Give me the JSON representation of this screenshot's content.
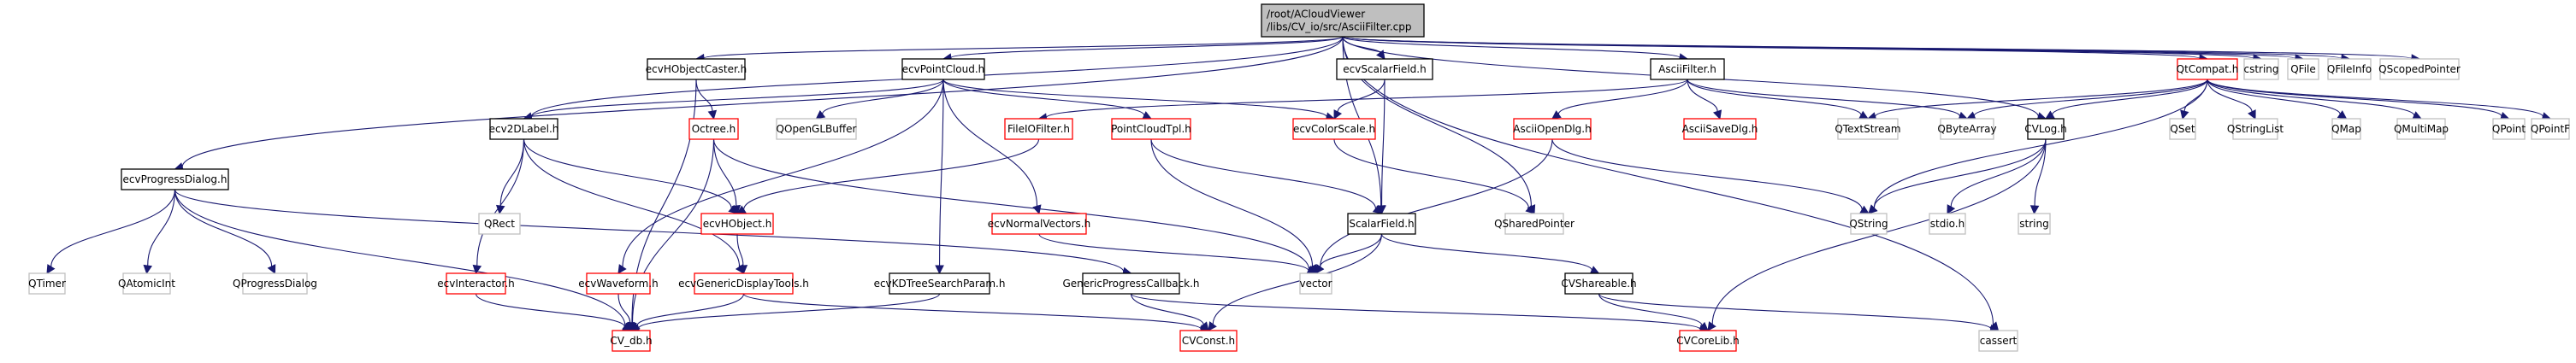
{
  "title": "/root/ACloudViewer/libs/CV_io/src/AsciiFilter.cpp include dependency graph",
  "colors": {
    "root_fill": "#bfbfbf",
    "root_border": "#000000",
    "documented_border": "#000000",
    "truncated_border": "#ff0000",
    "external_border": "#bfbfbf",
    "edge": "#191970"
  },
  "nodes": [
    {
      "id": "root",
      "lines": [
        "/root/ACloudViewer",
        "/libs/CV_io/src/AsciiFilter.cpp"
      ],
      "kind": "root"
    },
    {
      "id": "ecvHObjectCaster",
      "lines": [
        "ecvHObjectCaster.h"
      ],
      "kind": "documented"
    },
    {
      "id": "ecvPointCloud",
      "lines": [
        "ecvPointCloud.h"
      ],
      "kind": "documented"
    },
    {
      "id": "ecvScalarField",
      "lines": [
        "ecvScalarField.h"
      ],
      "kind": "documented"
    },
    {
      "id": "AsciiFilter",
      "lines": [
        "AsciiFilter.h"
      ],
      "kind": "documented"
    },
    {
      "id": "QtCompat",
      "lines": [
        "QtCompat.h"
      ],
      "kind": "truncated"
    },
    {
      "id": "cstring",
      "lines": [
        "cstring"
      ],
      "kind": "external"
    },
    {
      "id": "QFile",
      "lines": [
        "QFile"
      ],
      "kind": "external"
    },
    {
      "id": "QFileInfo",
      "lines": [
        "QFileInfo"
      ],
      "kind": "external"
    },
    {
      "id": "QScopedPointer",
      "lines": [
        "QScopedPointer"
      ],
      "kind": "external"
    },
    {
      "id": "ecv2DLabel",
      "lines": [
        "ecv2DLabel.h"
      ],
      "kind": "documented"
    },
    {
      "id": "Octree",
      "lines": [
        "Octree.h"
      ],
      "kind": "truncated"
    },
    {
      "id": "QOpenGLBuffer",
      "lines": [
        "QOpenGLBuffer"
      ],
      "kind": "external"
    },
    {
      "id": "FileIOFilter",
      "lines": [
        "FileIOFilter.h"
      ],
      "kind": "truncated"
    },
    {
      "id": "PointCloudTpl",
      "lines": [
        "PointCloudTpl.h"
      ],
      "kind": "truncated"
    },
    {
      "id": "ecvColorScale",
      "lines": [
        "ecvColorScale.h"
      ],
      "kind": "truncated"
    },
    {
      "id": "AsciiOpenDlg",
      "lines": [
        "AsciiOpenDlg.h"
      ],
      "kind": "truncated"
    },
    {
      "id": "AsciiSaveDlg",
      "lines": [
        "AsciiSaveDlg.h"
      ],
      "kind": "truncated"
    },
    {
      "id": "QTextStream",
      "lines": [
        "QTextStream"
      ],
      "kind": "external"
    },
    {
      "id": "QByteArray",
      "lines": [
        "QByteArray"
      ],
      "kind": "external"
    },
    {
      "id": "CVLog",
      "lines": [
        "CVLog.h"
      ],
      "kind": "documented"
    },
    {
      "id": "QSet",
      "lines": [
        "QSet"
      ],
      "kind": "external"
    },
    {
      "id": "QStringList",
      "lines": [
        "QStringList"
      ],
      "kind": "external"
    },
    {
      "id": "QMap",
      "lines": [
        "QMap"
      ],
      "kind": "external"
    },
    {
      "id": "QMultiMap",
      "lines": [
        "QMultiMap"
      ],
      "kind": "external"
    },
    {
      "id": "QPoint",
      "lines": [
        "QPoint"
      ],
      "kind": "external"
    },
    {
      "id": "QPointF",
      "lines": [
        "QPointF"
      ],
      "kind": "external"
    },
    {
      "id": "QRect",
      "lines": [
        "QRect"
      ],
      "kind": "external"
    },
    {
      "id": "ecvHObject",
      "lines": [
        "ecvHObject.h"
      ],
      "kind": "truncated"
    },
    {
      "id": "ecvNormalVectors",
      "lines": [
        "ecvNormalVectors.h"
      ],
      "kind": "truncated"
    },
    {
      "id": "ScalarField",
      "lines": [
        "ScalarField.h"
      ],
      "kind": "documented"
    },
    {
      "id": "QSharedPointer",
      "lines": [
        "QSharedPointer"
      ],
      "kind": "external"
    },
    {
      "id": "QString",
      "lines": [
        "QString"
      ],
      "kind": "external"
    },
    {
      "id": "stdio",
      "lines": [
        "stdio.h"
      ],
      "kind": "external"
    },
    {
      "id": "string",
      "lines": [
        "string"
      ],
      "kind": "external"
    },
    {
      "id": "ecvProgressDialog",
      "lines": [
        "ecvProgressDialog.h"
      ],
      "kind": "documented"
    },
    {
      "id": "QTimer",
      "lines": [
        "QTimer"
      ],
      "kind": "external"
    },
    {
      "id": "QAtomicInt",
      "lines": [
        "QAtomicInt"
      ],
      "kind": "external"
    },
    {
      "id": "QProgressDialog",
      "lines": [
        "QProgressDialog"
      ],
      "kind": "external"
    },
    {
      "id": "ecvInteractor",
      "lines": [
        "ecvInteractor.h"
      ],
      "kind": "truncated"
    },
    {
      "id": "ecvWaveform",
      "lines": [
        "ecvWaveform.h"
      ],
      "kind": "truncated"
    },
    {
      "id": "ecvGenericDisplayTools",
      "lines": [
        "ecvGenericDisplayTools.h"
      ],
      "kind": "truncated"
    },
    {
      "id": "ecvKDTreeSearchParam",
      "lines": [
        "ecvKDTreeSearchParam.h"
      ],
      "kind": "documented"
    },
    {
      "id": "GenericProgressCallback",
      "lines": [
        "GenericProgressCallback.h"
      ],
      "kind": "documented"
    },
    {
      "id": "vector",
      "lines": [
        "vector"
      ],
      "kind": "external"
    },
    {
      "id": "CVShareable",
      "lines": [
        "CVShareable.h"
      ],
      "kind": "documented"
    },
    {
      "id": "cassert",
      "lines": [
        "cassert"
      ],
      "kind": "external"
    },
    {
      "id": "CV_db",
      "lines": [
        "CV_db.h"
      ],
      "kind": "truncated"
    },
    {
      "id": "CVConst",
      "lines": [
        "CVConst.h"
      ],
      "kind": "truncated"
    },
    {
      "id": "CVCoreLib",
      "lines": [
        "CVCoreLib.h"
      ],
      "kind": "truncated"
    }
  ],
  "edges": [
    [
      "root",
      "ecvHObjectCaster"
    ],
    [
      "root",
      "ecvPointCloud"
    ],
    [
      "root",
      "ecvScalarField"
    ],
    [
      "root",
      "AsciiFilter"
    ],
    [
      "root",
      "QtCompat"
    ],
    [
      "root",
      "cstring"
    ],
    [
      "root",
      "QFile"
    ],
    [
      "root",
      "QFileInfo"
    ],
    [
      "root",
      "QScopedPointer"
    ],
    [
      "root",
      "ecv2DLabel"
    ],
    [
      "root",
      "ecvProgressDialog"
    ],
    [
      "root",
      "ScalarField"
    ],
    [
      "root",
      "QSharedPointer"
    ],
    [
      "root",
      "CVLog"
    ],
    [
      "root",
      "cassert"
    ],
    [
      "ecvHObjectCaster",
      "Octree"
    ],
    [
      "ecvHObjectCaster",
      "CV_db"
    ],
    [
      "ecvPointCloud",
      "ecv2DLabel"
    ],
    [
      "ecvPointCloud",
      "QOpenGLBuffer"
    ],
    [
      "ecvPointCloud",
      "PointCloudTpl"
    ],
    [
      "ecvPointCloud",
      "ecvColorScale"
    ],
    [
      "ecvPointCloud",
      "ecvNormalVectors"
    ],
    [
      "ecvPointCloud",
      "ecvWaveform"
    ],
    [
      "ecvPointCloud",
      "ecvKDTreeSearchParam"
    ],
    [
      "ecvScalarField",
      "ecvColorScale"
    ],
    [
      "ecvScalarField",
      "ScalarField"
    ],
    [
      "AsciiFilter",
      "FileIOFilter"
    ],
    [
      "AsciiFilter",
      "AsciiOpenDlg"
    ],
    [
      "AsciiFilter",
      "AsciiSaveDlg"
    ],
    [
      "AsciiFilter",
      "QTextStream"
    ],
    [
      "AsciiFilter",
      "QByteArray"
    ],
    [
      "QtCompat",
      "QByteArray"
    ],
    [
      "QtCompat",
      "QString"
    ],
    [
      "QtCompat",
      "QSet"
    ],
    [
      "QtCompat",
      "QStringList"
    ],
    [
      "QtCompat",
      "QMap"
    ],
    [
      "QtCompat",
      "QMultiMap"
    ],
    [
      "QtCompat",
      "QPoint"
    ],
    [
      "QtCompat",
      "QPointF"
    ],
    [
      "QtCompat",
      "QTextStream"
    ],
    [
      "QtCompat",
      "CVLog"
    ],
    [
      "ecv2DLabel",
      "QRect"
    ],
    [
      "ecv2DLabel",
      "ecvHObject"
    ],
    [
      "ecv2DLabel",
      "ecvInteractor"
    ],
    [
      "ecv2DLabel",
      "ecvGenericDisplayTools"
    ],
    [
      "Octree",
      "ecvHObject"
    ],
    [
      "Octree",
      "vector"
    ],
    [
      "Octree",
      "CV_db"
    ],
    [
      "FileIOFilter",
      "ecvHObject"
    ],
    [
      "PointCloudTpl",
      "ScalarField"
    ],
    [
      "PointCloudTpl",
      "vector"
    ],
    [
      "ecvColorScale",
      "QSharedPointer"
    ],
    [
      "AsciiOpenDlg",
      "QString"
    ],
    [
      "AsciiOpenDlg",
      "vector"
    ],
    [
      "CVLog",
      "QString"
    ],
    [
      "CVLog",
      "stdio"
    ],
    [
      "CVLog",
      "string"
    ],
    [
      "CVLog",
      "CVCoreLib"
    ],
    [
      "ecvHObject",
      "ecvGenericDisplayTools"
    ],
    [
      "ecvNormalVectors",
      "vector"
    ],
    [
      "ScalarField",
      "vector"
    ],
    [
      "ScalarField",
      "CVShareable"
    ],
    [
      "ScalarField",
      "CVConst"
    ],
    [
      "ecvProgressDialog",
      "QTimer"
    ],
    [
      "ecvProgressDialog",
      "QAtomicInt"
    ],
    [
      "ecvProgressDialog",
      "QProgressDialog"
    ],
    [
      "ecvProgressDialog",
      "GenericProgressCallback"
    ],
    [
      "ecvProgressDialog",
      "CV_db"
    ],
    [
      "ecvInteractor",
      "CV_db"
    ],
    [
      "ecvWaveform",
      "CV_db"
    ],
    [
      "ecvGenericDisplayTools",
      "CV_db"
    ],
    [
      "ecvGenericDisplayTools",
      "CVConst"
    ],
    [
      "ecvKDTreeSearchParam",
      "CV_db"
    ],
    [
      "GenericProgressCallback",
      "CVConst"
    ],
    [
      "GenericProgressCallback",
      "CVCoreLib"
    ],
    [
      "CVShareable",
      "CVCoreLib"
    ],
    [
      "CVShareable",
      "cassert"
    ]
  ]
}
